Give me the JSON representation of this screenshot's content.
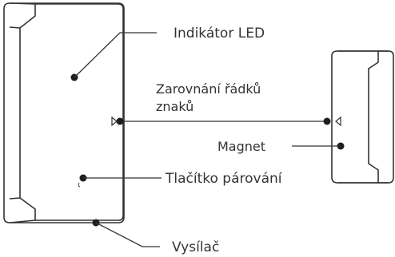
{
  "labels": {
    "led_indicator": "Indikátor LED",
    "alignment_line1": "Zarovnání řádků",
    "alignment_line2": "znaků",
    "magnet": "Magnet",
    "pairing_button": "Tlačítko párování",
    "transmitter": "Vysílač"
  },
  "colors": {
    "outline": "#333333",
    "dot": "#1e1e1e",
    "background": "#ffffff"
  }
}
